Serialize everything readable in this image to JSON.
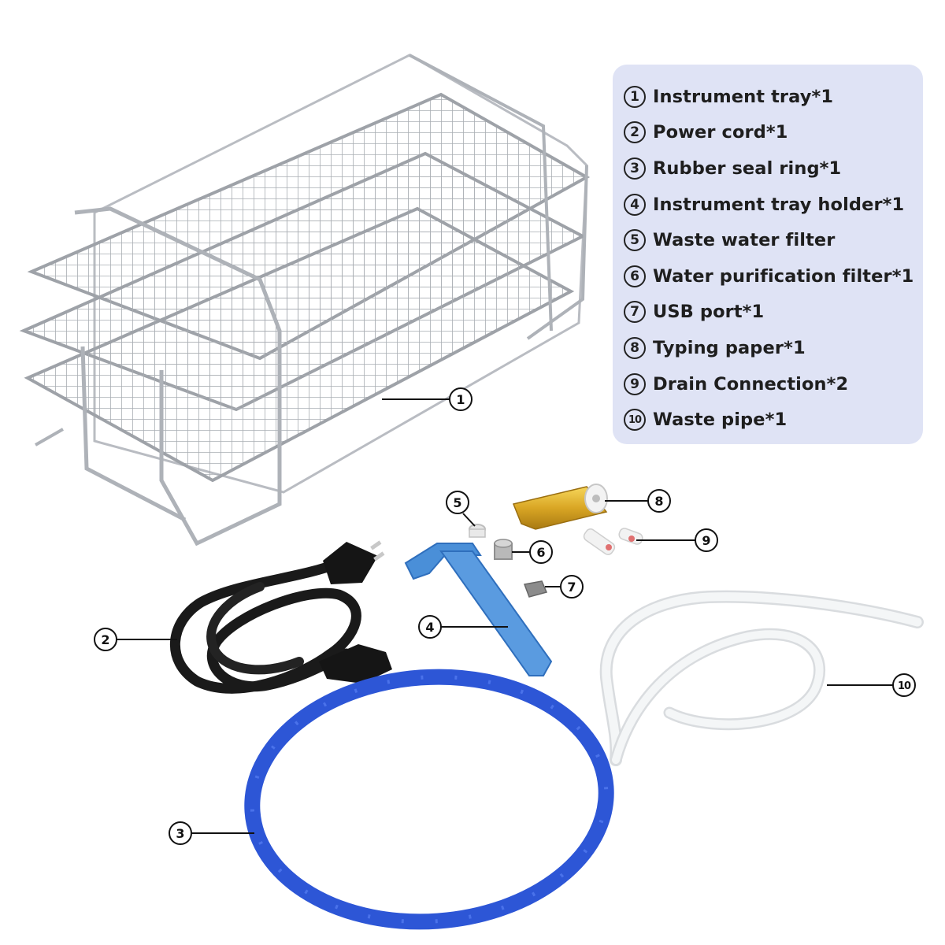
{
  "legend": [
    {
      "num": "1",
      "label": "Instrument tray*1"
    },
    {
      "num": "2",
      "label": "Power cord*1"
    },
    {
      "num": "3",
      "label": "Rubber seal ring*1"
    },
    {
      "num": "4",
      "label": "Instrument tray holder*1"
    },
    {
      "num": "5",
      "label": "Waste water filter"
    },
    {
      "num": "6",
      "label": "Water purification filter*1"
    },
    {
      "num": "7",
      "label": "USB port*1"
    },
    {
      "num": "8",
      "label": "Typing paper*1"
    },
    {
      "num": "9",
      "label": "Drain Connection*2"
    },
    {
      "num": "10",
      "label": "Waste pipe*1"
    }
  ],
  "callouts": [
    "1",
    "2",
    "3",
    "4",
    "5",
    "6",
    "7",
    "8",
    "9",
    "10"
  ],
  "colors": {
    "panel": "#dfe3f5",
    "tray": "#b9bcc2",
    "cord": "#1a1a1a",
    "seal_ring": "#2d56d6",
    "tray_holder": "#4a8fd8",
    "paper_roll": "#d9a624",
    "waste_pipe": "#eef1f3"
  }
}
